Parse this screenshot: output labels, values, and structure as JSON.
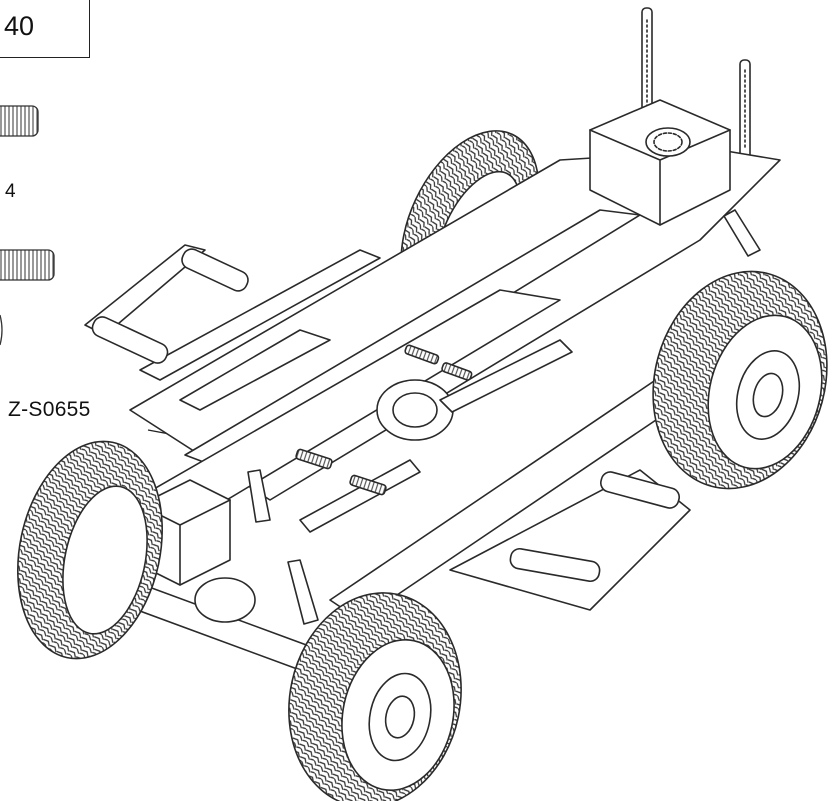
{
  "step": {
    "number": "40"
  },
  "parts_list": [
    {
      "icon": "set-screw-icon",
      "quantity": "4"
    },
    {
      "icon": "set-screw-icon",
      "quantity": ""
    }
  ],
  "callouts": [
    {
      "label": "Z-S0655"
    }
  ],
  "illustration": {
    "subject": "rc-crawler-chassis-icon"
  }
}
